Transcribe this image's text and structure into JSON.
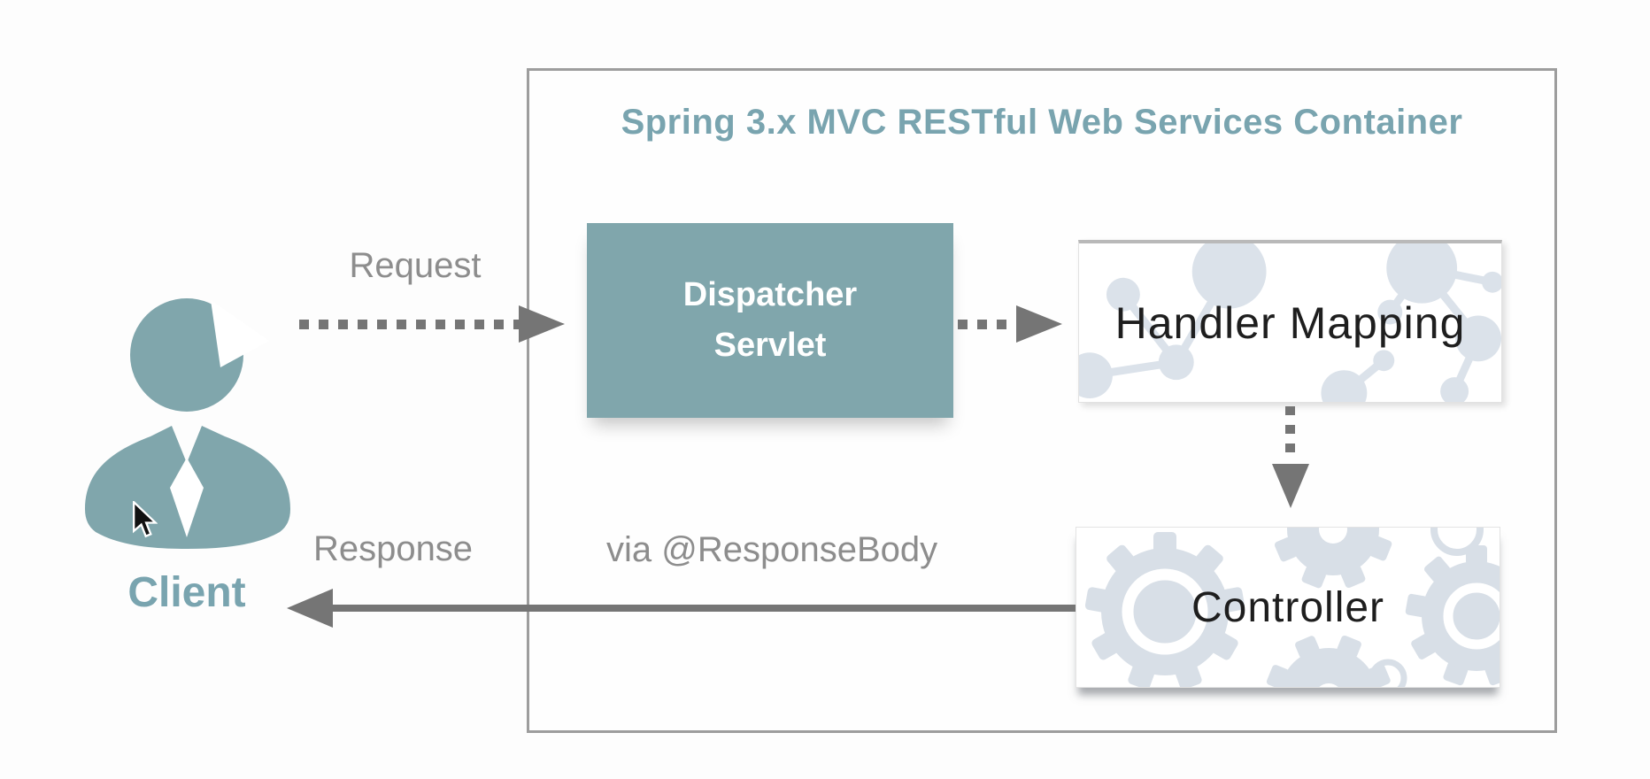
{
  "title": "Spring 3.x MVC RESTful Web Services Container",
  "client": {
    "label": "Client"
  },
  "nodes": {
    "dispatcher": {
      "line1": "Dispatcher",
      "line2": "Servlet"
    },
    "handler_mapping": {
      "label": "Handler Mapping"
    },
    "controller": {
      "label": "Controller"
    }
  },
  "flows": {
    "request": {
      "label": "Request"
    },
    "response": {
      "label": "Response",
      "via": "via @ResponseBody"
    }
  },
  "icons": {
    "client": "person-with-tie-icon",
    "handler_background": "molecule-pattern-icon",
    "controller_background": "gears-pattern-icon",
    "cursor": "mouse-cursor-icon"
  },
  "colors": {
    "teal_box": "#80a6ac",
    "teal_text": "#79a4af",
    "label_gray": "#8d8d8d",
    "arrow_gray": "#757575",
    "pattern": "#dbe2ea",
    "container_border": "#9d9d9d"
  }
}
